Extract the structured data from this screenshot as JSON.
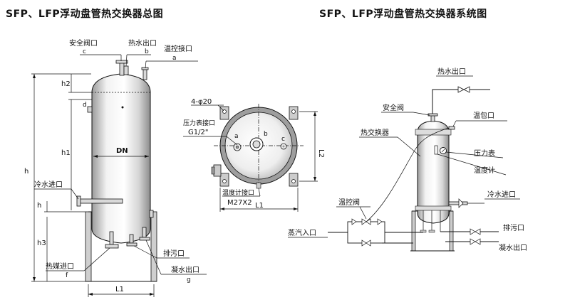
{
  "titles": {
    "left": "SFP、LFP浮动盘管热交换器总图",
    "right": "SFP、LFP浮动盘管热交换器系统图"
  },
  "general": {
    "safety_valve_port": "安全阀口",
    "c": "c",
    "hot_water_outlet": "热水出口",
    "b": "b",
    "temp_control_port": "温控接口",
    "a": "a",
    "h2": "h2",
    "d": "d",
    "h1": "h1",
    "DN": "DN",
    "h": "h",
    "cold_water_inlet": "冷水进口",
    "h_small": "h",
    "h3": "h3",
    "heating_medium_inlet": "热媒进口",
    "f": "f",
    "drain_outlet": "排污口",
    "condensate_outlet": "凝水出口",
    "g": "g",
    "L1": "L1"
  },
  "top_view": {
    "holes": "4-φ20",
    "pressure_gauge_port": "压力表接口",
    "thread": "G1/2\"",
    "a": "a",
    "b": "b",
    "c": "c",
    "L2": "L2",
    "thermometer_port": "温度计接口",
    "thread2": "M27X2",
    "L1": "L1"
  },
  "system": {
    "hot_water_outlet": "热水出口",
    "safety_valve": "安全阀",
    "bulb_port": "温包口",
    "heat_exchanger": "热交换器",
    "pressure_gauge": "压力表",
    "thermometer": "温度计",
    "temp_control_valve": "温控阀",
    "cold_water_inlet": "冷水进口",
    "steam_inlet": "蒸汽入口",
    "drain_outlet": "排污口",
    "condensate_outlet": "凝水出口"
  }
}
